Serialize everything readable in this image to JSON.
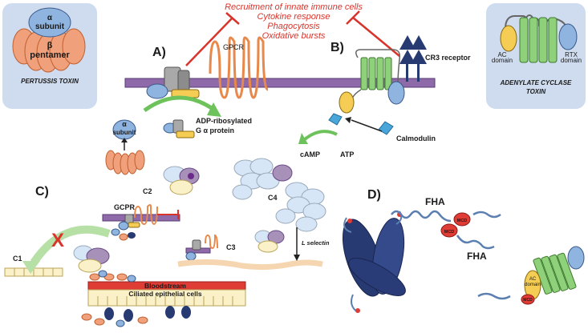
{
  "pertussis_box": {
    "alpha_label": "α",
    "alpha_sub": "subunit",
    "beta_label": "β",
    "beta_sub": "pentamer",
    "title": "PERTUSSIS TOXIN"
  },
  "adenylate_box": {
    "ac_domain": "AC",
    "ac_domain_sub": "domain",
    "rtx_domain": "RTX",
    "rtx_domain_sub": "domain",
    "title_line1": "ADENYLATE CYCLASE",
    "title_line2": "TOXIN"
  },
  "effects": [
    "Recruitment of innate immune cells",
    "Cytokine response",
    "Phagocytosis",
    "Oxidative bursts"
  ],
  "panel_a": {
    "letter": "A)",
    "gpcr": "GPCR",
    "adp_line1": "ADP-ribosylated",
    "adp_line2": "G α protein",
    "alpha": "α",
    "subunit": "subunit"
  },
  "panel_b": {
    "letter": "B)",
    "cr3": "CR3 receptor",
    "camp": "cAMP",
    "atp": "ATP",
    "calmodulin": "Calmodulin"
  },
  "panel_c": {
    "letter": "C)",
    "c1": "C1",
    "c2": "C2",
    "c3": "C3",
    "c4": "C4",
    "gcpr": "GCPR",
    "l_selectin": "L selectin",
    "x_mark": "X",
    "bloodstream": "Bloodstream",
    "ciliated": "Ciliated epithelial cells"
  },
  "panel_d": {
    "letter": "D)",
    "fha_top": "FHA",
    "fha_bottom": "FHA",
    "mcd1": "MCD",
    "mcd2": "MCD",
    "mcd3": "MCD",
    "ac_domain": "AC",
    "ac_domain_sub": "domain"
  },
  "colors": {
    "box_bg": "#cfdcef",
    "membrane": "#8e6aa8",
    "gpcr": "#e8884a",
    "alpha": "#8fb4df",
    "yellow": "#f5cd55",
    "green": "#8fd07a",
    "navy": "#283a72",
    "red": "#d9342b",
    "bloodstream": "#e03c36"
  }
}
